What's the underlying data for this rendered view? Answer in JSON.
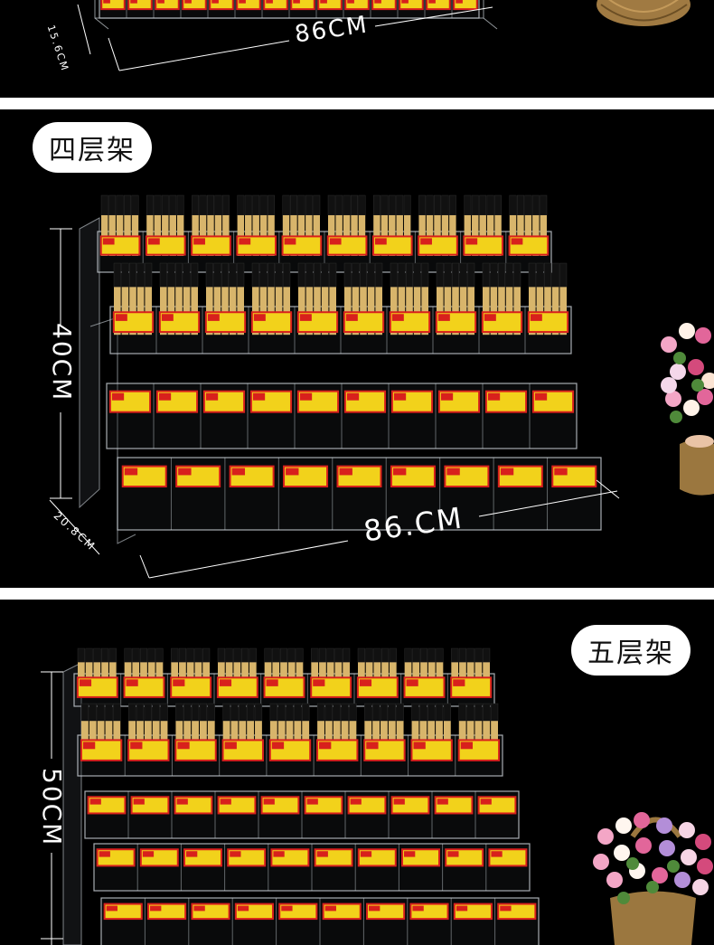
{
  "panel_top": {
    "width_label": "86CM",
    "depth_label": "15.6CM"
  },
  "panel_four": {
    "title": "四层架",
    "height_label": "40CM",
    "width_label": "86.CM",
    "depth_label": "20.8CM"
  },
  "panel_five": {
    "title": "五层架",
    "height_label": "50CM"
  },
  "colors": {
    "background": "#000000",
    "badge": "#ffffff",
    "price_tag": "#f2d21b",
    "tag_border": "#d8201c",
    "acrylic": "#cfd6dc",
    "bamboo": "#d8b56b"
  }
}
